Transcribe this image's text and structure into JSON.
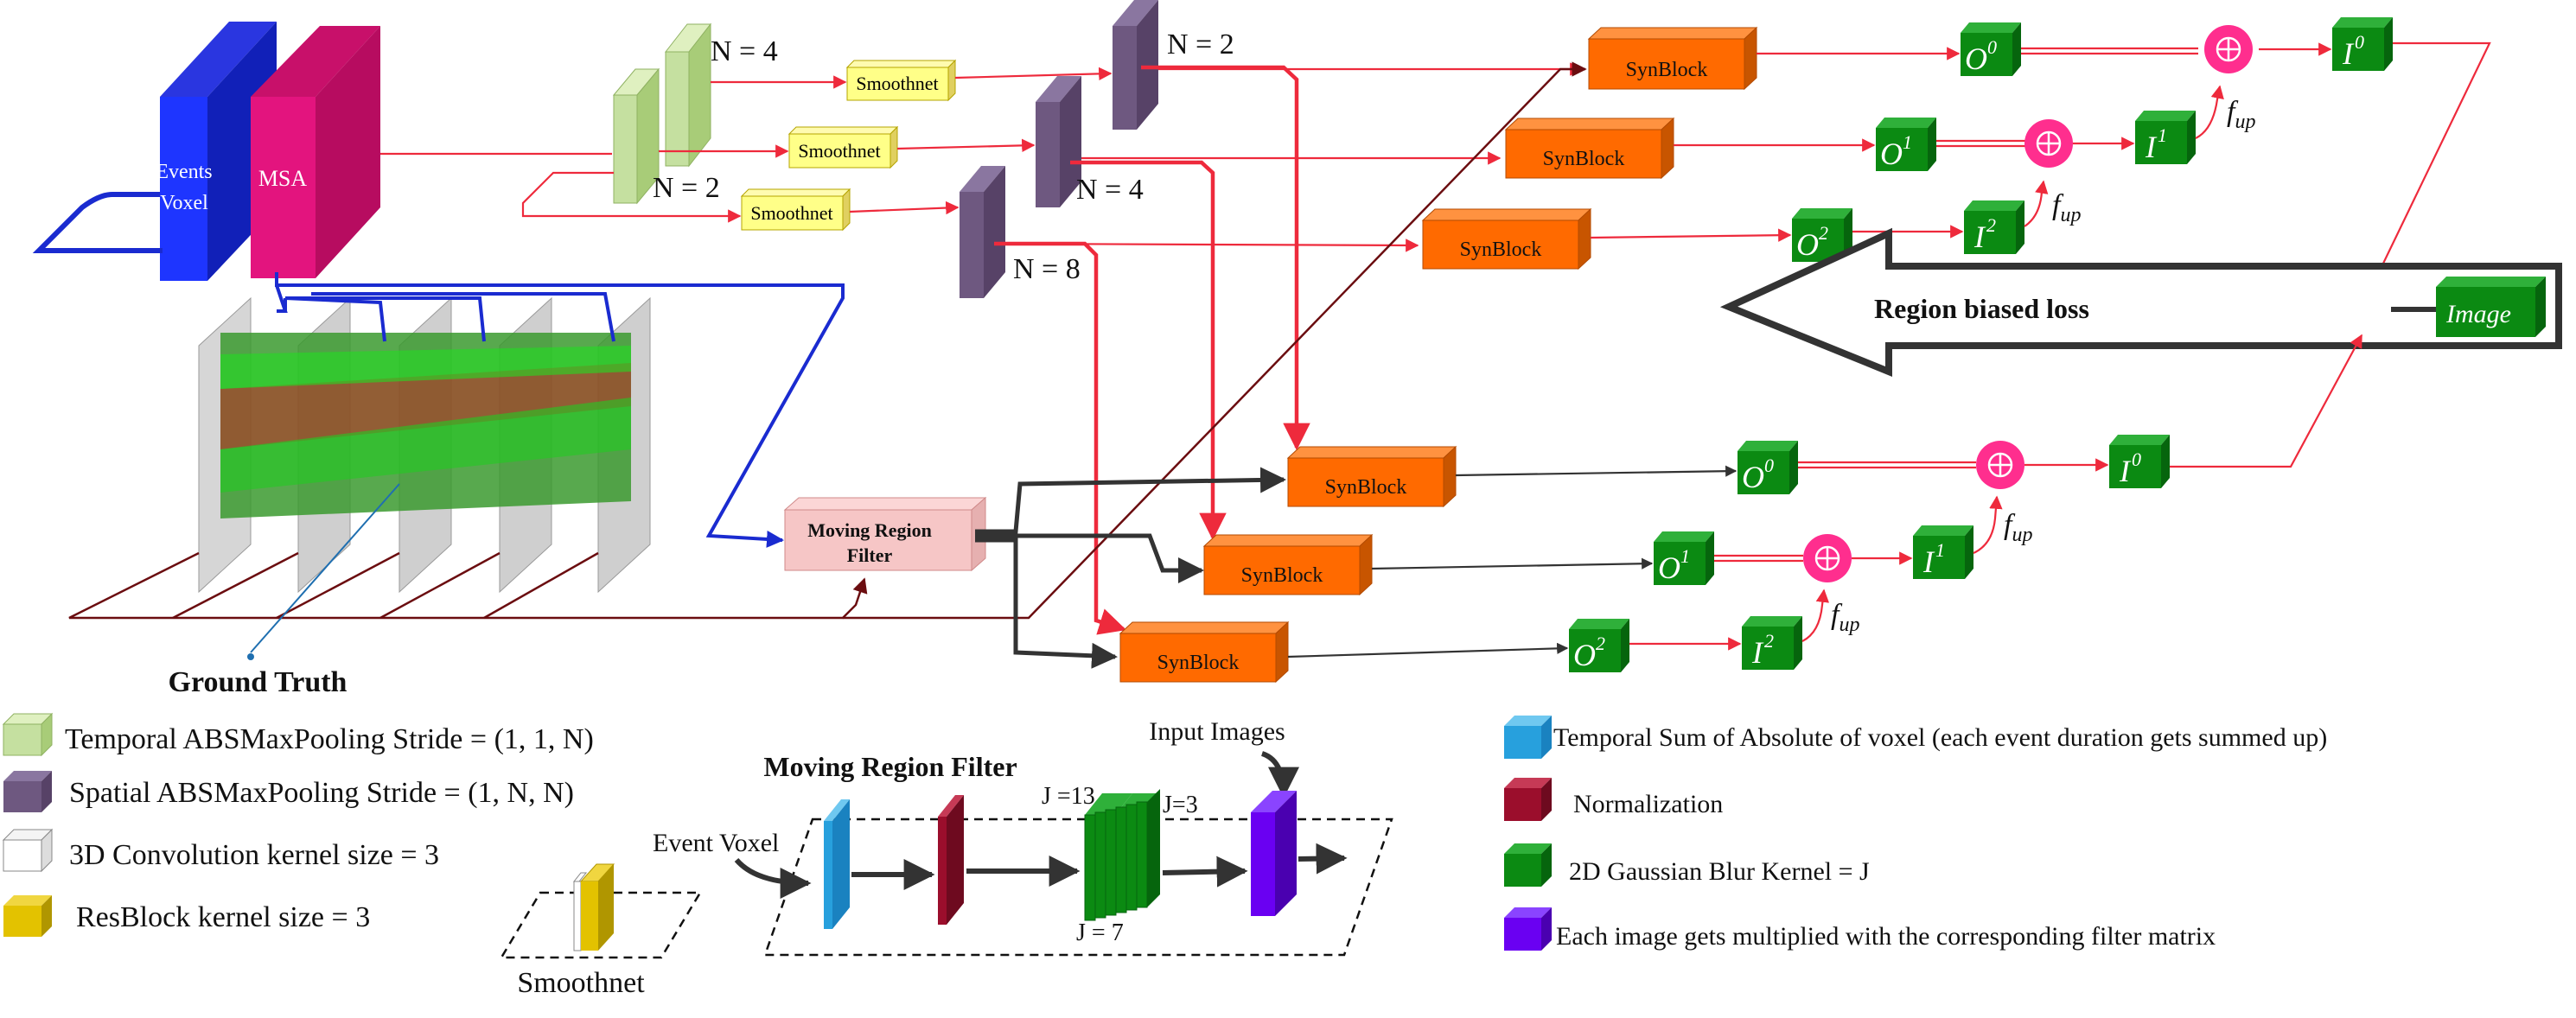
{
  "encoder": {
    "events_voxel": [
      "Events",
      "Voxel"
    ],
    "msa": "MSA"
  },
  "pooling_labels": {
    "n4_temporal": "N = 4",
    "n2_temporal": "N = 2",
    "n2_spatial": "N = 2",
    "n4_spatial": "N = 4",
    "n8_spatial": "N = 8"
  },
  "smoothnet": "Smoothnet",
  "synblock": "SynBlock",
  "outputs": {
    "o_sup": [
      "0",
      "1",
      "2"
    ],
    "i_sup": [
      "0",
      "1",
      "2"
    ]
  },
  "fup": {
    "f": "f",
    "sub": "up"
  },
  "region_loss": "Region biased loss",
  "image_label": "Image",
  "moving_region_filter": [
    "Moving Region",
    "Filter"
  ],
  "ground_truth": "Ground Truth",
  "legend_left": [
    {
      "label": "Temporal ABSMaxPooling Stride = (1, 1, N)",
      "color": "#c5e0a0"
    },
    {
      "label": "Spatial ABSMaxPooling Stride = (1, N, N)",
      "color": "#6e5880"
    },
    {
      "label": "3D Convolution kernel size = 3",
      "color": "#ffffff"
    },
    {
      "label": "ResBlock kernel size = 3",
      "color": "#e3c200"
    }
  ],
  "mrf_detail": {
    "title": "Moving Region Filter",
    "input_images": "Input Images",
    "event_voxel": "Event Voxel",
    "j13": "J =13",
    "j3": "J=3",
    "j7": "J = 7",
    "smoothnet": "Smoothnet"
  },
  "legend_right": [
    {
      "label": "Temporal Sum of Absolute of voxel (each event duration gets summed up)",
      "color": "#27a0dd"
    },
    {
      "label": "Normalization",
      "color": "#9b0e2c"
    },
    {
      "label": "2D Gaussian Blur Kernel = J",
      "color": "#0b8a12"
    },
    {
      "label": "Each image gets multiplied with the corresponding filter matrix",
      "color": "#6a00f2"
    }
  ]
}
